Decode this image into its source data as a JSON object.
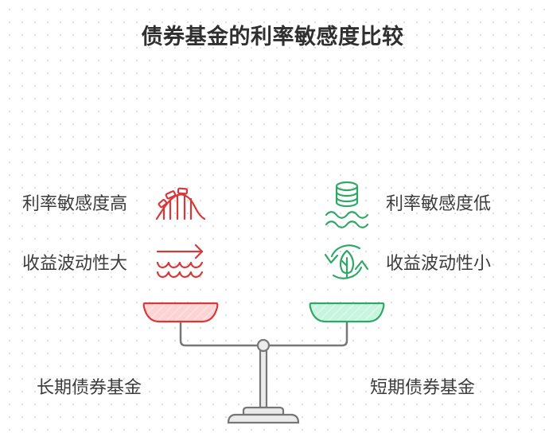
{
  "title": "债券基金的利率敏感度比较",
  "left": {
    "name": "长期债券基金",
    "features": [
      {
        "text": "利率敏感度高",
        "icon": "roller-coaster-icon"
      },
      {
        "text": "收益波动性大",
        "icon": "arrow-waves-icon"
      }
    ],
    "color": "#d9383a",
    "fill": "#fdd4d4"
  },
  "right": {
    "name": "短期债券基金",
    "features": [
      {
        "text": "利率敏感度低",
        "icon": "database-waves-icon"
      },
      {
        "text": "收益波动性小",
        "icon": "leaf-cycle-icon"
      }
    ],
    "color": "#2fa866",
    "fill": "#c8f5df"
  },
  "scale": {
    "stroke": "#777777",
    "fill": "#ebebeb"
  }
}
